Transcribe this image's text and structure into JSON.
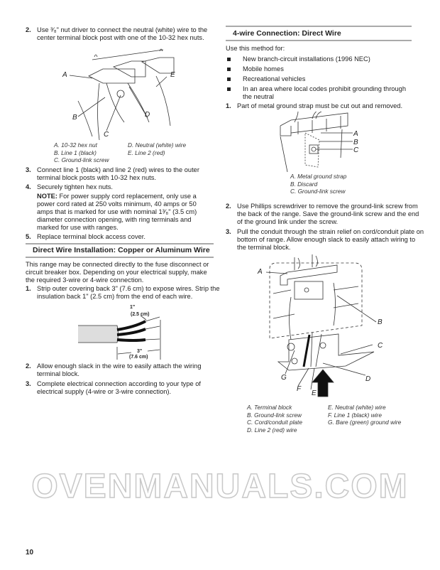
{
  "page_number": "10",
  "watermark": "OVENMANUALS.COM",
  "left": {
    "step2": {
      "num": "2.",
      "text": "Use ³⁄₈\" nut driver to connect the neutral (white) wire to the center terminal block post with one of the 10-32 hex nuts."
    },
    "fig1": {
      "labels": [
        "A",
        "B",
        "C",
        "D",
        "E"
      ],
      "captions_col1": [
        "A. 10-32 hex nut",
        "B. Line 1 (black)",
        "C. Ground-link screw"
      ],
      "captions_col2": [
        "D. Neutral (white) wire",
        "E. Line 2 (red)"
      ]
    },
    "step3": {
      "num": "3.",
      "text": "Connect line 1 (black) and line 2 (red) wires to the outer terminal block posts with 10-32 hex nuts."
    },
    "step4": {
      "num": "4.",
      "text": "Securely tighten hex nuts."
    },
    "note": {
      "label": "NOTE:",
      "text": " For power supply cord replacement, only use a power cord rated at 250 volts minimum, 40 amps or 50 amps that is marked for use with nominal 1³⁄₈\" (3.5 cm) diameter connection opening, with ring terminals and marked for use with ranges."
    },
    "step5": {
      "num": "5.",
      "text": "Replace terminal block access cover."
    },
    "section_heading": "Direct Wire Installation: Copper or Aluminum Wire",
    "intro": "This range may be connected directly to the fuse disconnect or circuit breaker box. Depending on your electrical supply, make the required 3-wire or 4-wire connection.",
    "dw_step1": {
      "num": "1.",
      "text": "Strip outer covering back 3\" (7.6 cm) to expose wires. Strip the insulation back 1\" (2.5 cm) from the end of each wire."
    },
    "wire_fig": {
      "dim1_in": "1\"",
      "dim1_cm": "(2.5 cm)",
      "dim2_in": "3\"",
      "dim2_cm": "(7.6 cm)"
    },
    "dw_step2": {
      "num": "2.",
      "text": "Allow enough slack in the wire to easily attach the wiring terminal block."
    },
    "dw_step3": {
      "num": "3.",
      "text": "Complete electrical connection according to your type of electrical supply (4-wire or 3-wire connection)."
    }
  },
  "right": {
    "section_heading": "4-wire Connection: Direct Wire",
    "intro": "Use this method for:",
    "bullets": [
      "New branch-circuit installations (1996 NEC)",
      "Mobile homes",
      "Recreational vehicles",
      "In an area where local codes prohibit grounding through the neutral"
    ],
    "step1": {
      "num": "1.",
      "text": "Part of metal ground strap must be cut out and removed."
    },
    "fig2": {
      "labels": [
        "A",
        "B",
        "C"
      ],
      "captions": [
        "A. Metal ground strap",
        "B. Discard",
        "C. Ground-link screw"
      ]
    },
    "step2": {
      "num": "2.",
      "text": "Use Phillips screwdriver to remove the ground-link screw from the back of the range. Save the ground-link screw and the end of the ground link under the screw."
    },
    "step3": {
      "num": "3.",
      "text": "Pull the conduit through the strain relief on cord/conduit plate on bottom of range. Allow enough slack to easily attach wiring to the terminal block."
    },
    "fig3": {
      "labels": [
        "A",
        "B",
        "C",
        "D",
        "E",
        "F",
        "G"
      ],
      "captions_col1": [
        "A. Terminal block",
        "B. Ground-link screw",
        "C. Cord/conduit plate",
        "D. Line 2 (red) wire"
      ],
      "captions_col2": [
        "E. Neutral (white) wire",
        "F. Line 1 (black) wire",
        "G. Bare (green) ground wire"
      ]
    }
  }
}
